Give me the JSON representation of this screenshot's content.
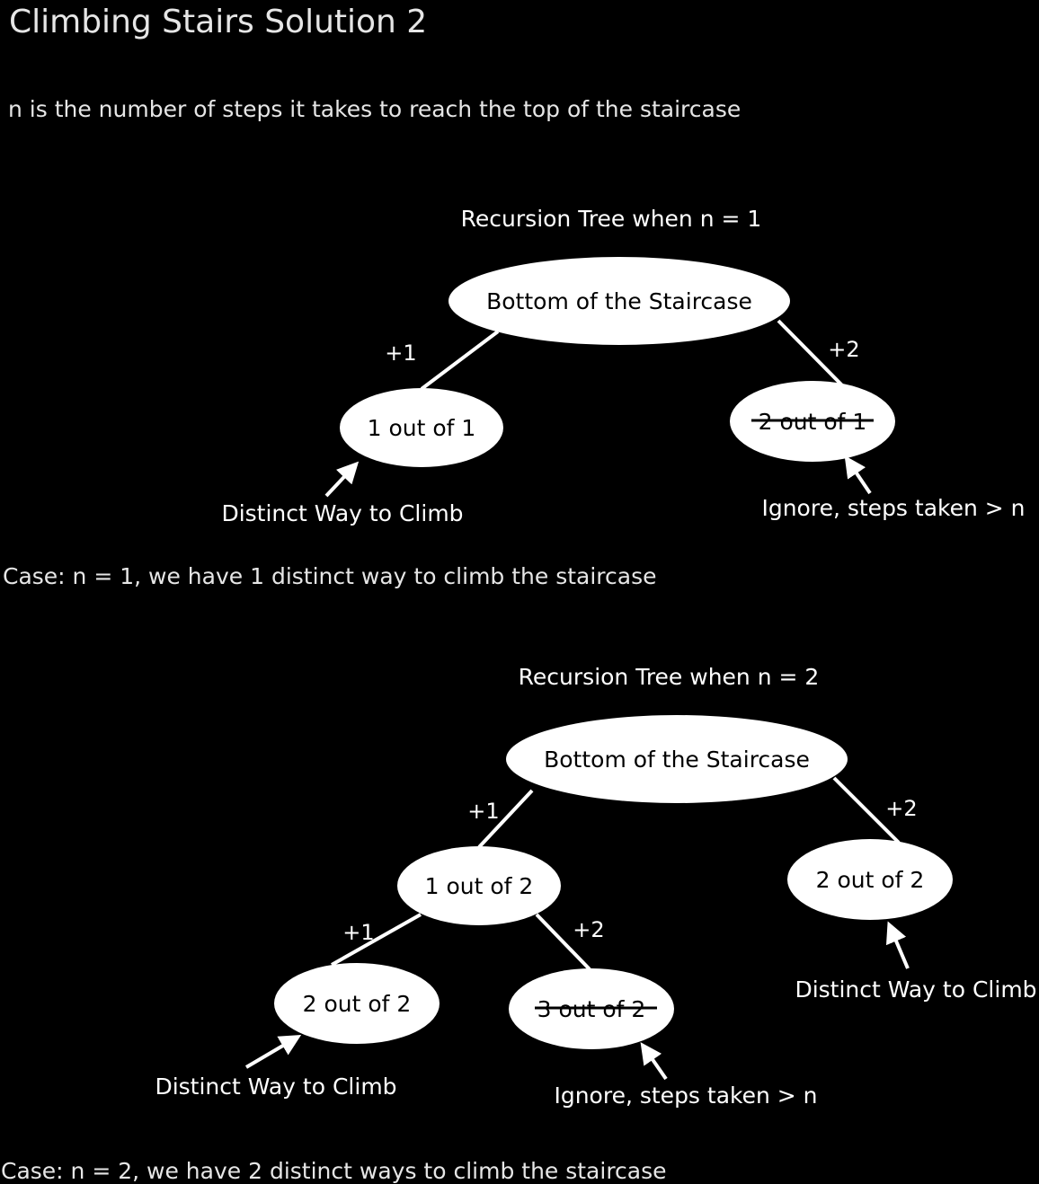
{
  "page": {
    "title": "Climbing Stairs Solution 2",
    "description": "n is the number of steps it takes to reach the top of the staircase"
  },
  "colors": {
    "background": "#000000",
    "foreground": "#ffffff",
    "node_fill": "#ffffff",
    "node_text": "#000000"
  },
  "tree1": {
    "heading": "Recursion Tree when n = 1",
    "root": "Bottom of the Staircase",
    "left_edge": "+1",
    "right_edge": "+2",
    "left_node": "1 out of 1",
    "right_node": "2 out of 1",
    "left_note": "Distinct Way to Climb",
    "right_note": "Ignore, steps taken > n",
    "case": "Case: n = 1, we have 1 distinct way to climb the staircase"
  },
  "tree2": {
    "heading": "Recursion Tree when n = 2",
    "root": "Bottom of the Staircase",
    "root_left_edge": "+1",
    "root_right_edge": "+2",
    "mid_left_node": "1 out of 2",
    "mid_right_node": "2 out of 2",
    "mid_right_note": "Distinct Way to Climb",
    "sub_left_edge": "+1",
    "sub_right_edge": "+2",
    "leaf_left_node": "2 out of 2",
    "leaf_right_node": "3 out of 2",
    "leaf_left_note": "Distinct Way to Climb",
    "leaf_right_note": "Ignore, steps taken > n",
    "case": "Case: n = 2, we have 2 distinct ways to climb the staircase"
  }
}
